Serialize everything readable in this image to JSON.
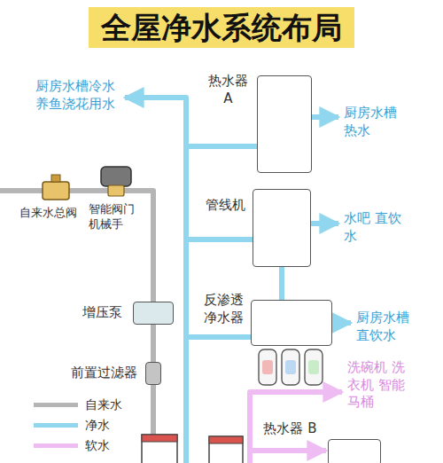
{
  "diagram": {
    "title": "全屋净水系统布局",
    "nodes": [
      {
        "text": [
          "热水器 A"
        ]
      },
      {
        "text": [
          "管线机"
        ]
      },
      {
        "text": [
          "反渗透 净水器"
        ]
      },
      {
        "text": [
          "增压泵"
        ]
      },
      {
        "text": [
          "前置过滤器"
        ]
      },
      {
        "text": [
          "热水器 B"
        ]
      }
    ],
    "edges": [
      {
        "from": 3,
        "to": 4,
        "arrow": "none"
      }
    ],
    "labels": [
      "厨房水槽冷水 养鱼浇花用水",
      "厨房水槽 热水",
      "水吧 直饮水",
      "厨房水槽 直饮水",
      "洗碗机 洗衣机 智能马桶",
      "自来水总阀",
      "智能阀门 机械手"
    ],
    "legend": [
      {
        "text": "自来水",
        "color": "#b5b5b5"
      },
      {
        "text": "净水",
        "color": "#8fd6ee"
      },
      {
        "text": "软水",
        "color": "#eebbf2"
      }
    ]
  }
}
